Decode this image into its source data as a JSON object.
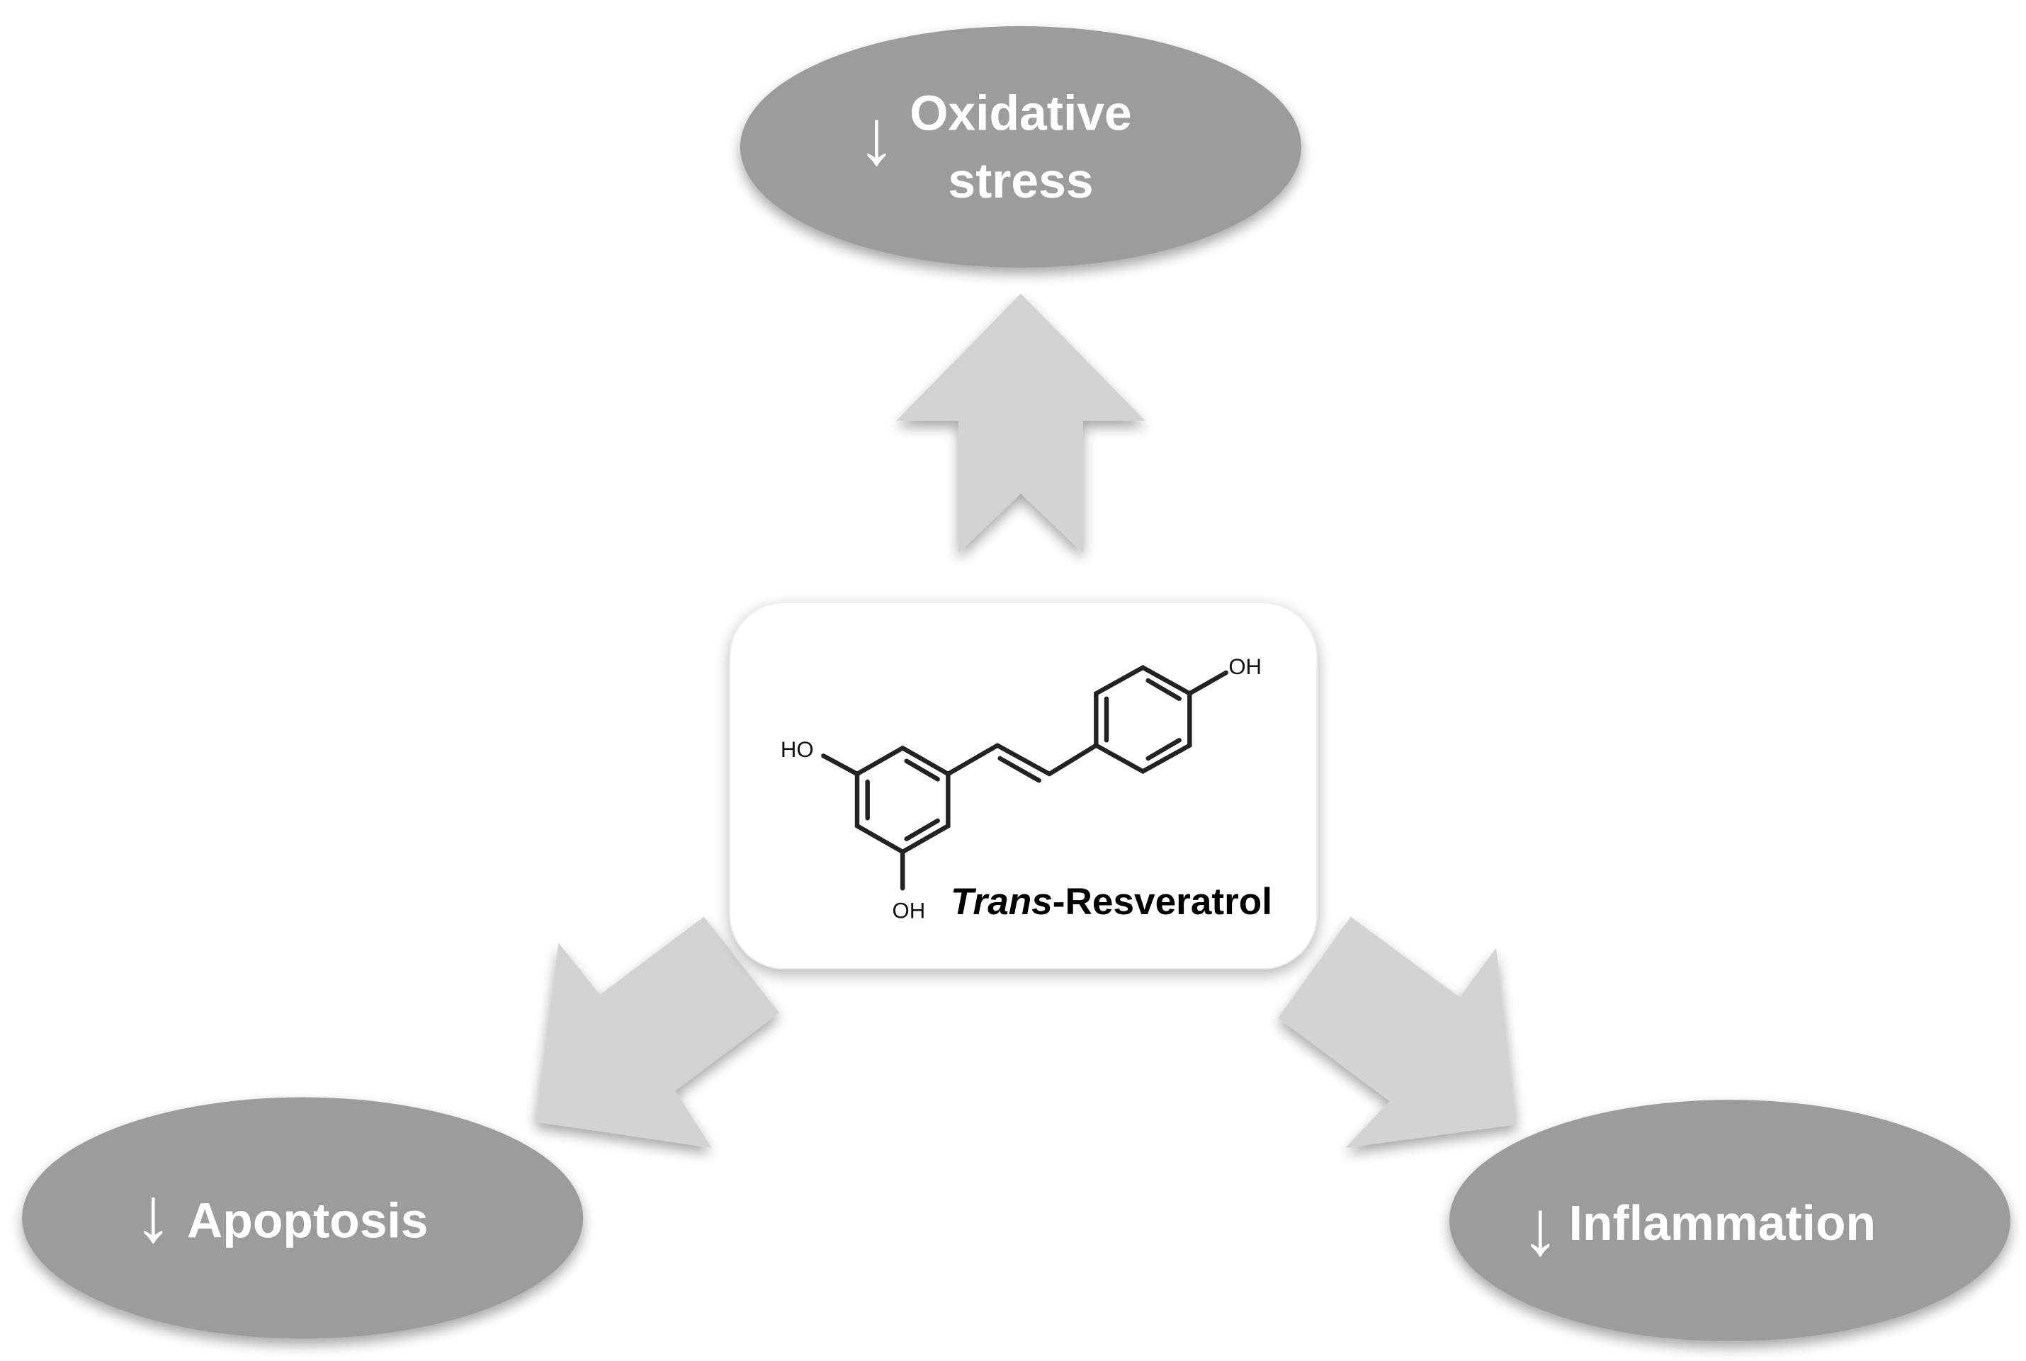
{
  "center": {
    "name_prefix": "Trans",
    "name_suffix": "-Resveratrol",
    "groups": {
      "oh_top_right": "OH",
      "oh_left": "HO",
      "oh_bottom": "OH"
    }
  },
  "effects": {
    "top": {
      "arrow": "↓",
      "line1": "Oxidative",
      "line2": "stress"
    },
    "left": {
      "arrow": "↓",
      "label": "Apoptosis"
    },
    "right": {
      "arrow": "↓",
      "label": "Inflammation"
    }
  },
  "colors": {
    "ellipse_fill": "#9c9c9c",
    "arrow_fill": "#d3d3d3",
    "box_fill": "#ffffff",
    "text_on_ellipse": "#ffffff"
  }
}
